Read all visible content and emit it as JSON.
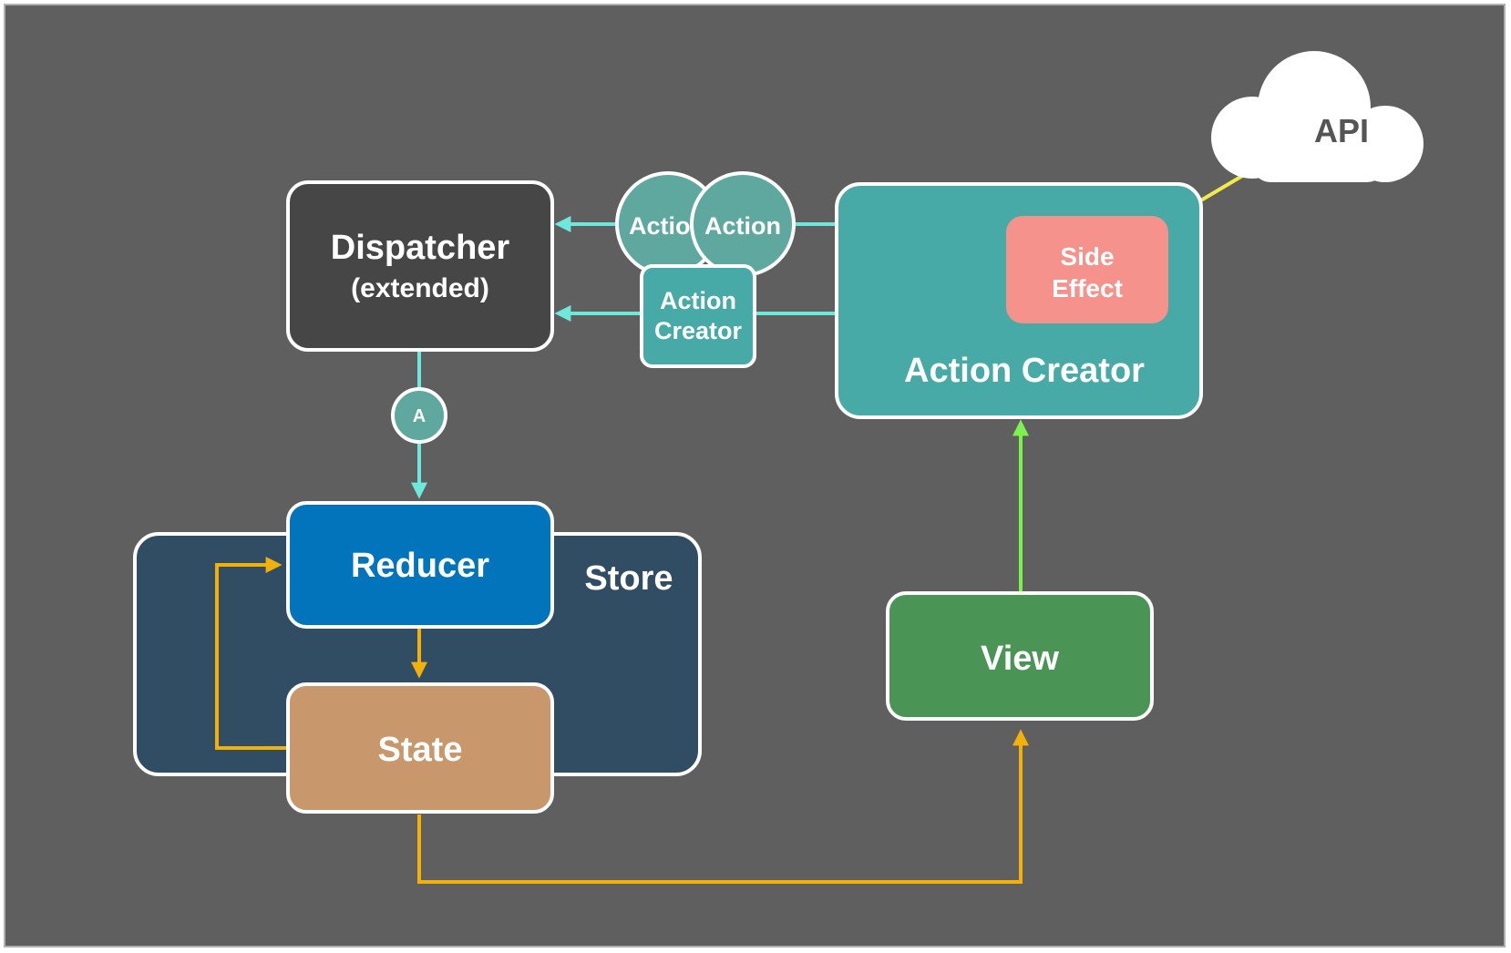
{
  "diagram": {
    "dispatcher": {
      "title": "Dispatcher",
      "subtitle": "(extended)"
    },
    "action_bubbles": {
      "back": "Actio",
      "front": "Action"
    },
    "small_action_creator": {
      "line1": "Action",
      "line2": "Creator"
    },
    "action_creator": {
      "title": "Action Creator"
    },
    "side_effect": {
      "line1": "Side",
      "line2": "Effect"
    },
    "api": {
      "label": "API"
    },
    "action_token": {
      "label": "A"
    },
    "store": {
      "label": "Store"
    },
    "reducer": {
      "label": "Reducer"
    },
    "state": {
      "label": "State"
    },
    "view": {
      "label": "View"
    }
  },
  "colors": {
    "background": "#5f5f5f",
    "dispatcher": "#464646",
    "action_creator": "#47aaa6",
    "action_bubble": "#5ea8a0",
    "side_effect": "#f5928b",
    "store": "#314d64",
    "reducer": "#0274bb",
    "state": "#c9976c",
    "view": "#4a9555",
    "cyan_arrow": "#6fe8dc",
    "yellow_arrow": "#f2b10a",
    "green_arrow": "#7cf24e",
    "api_arrow": "#f0eb4a"
  }
}
